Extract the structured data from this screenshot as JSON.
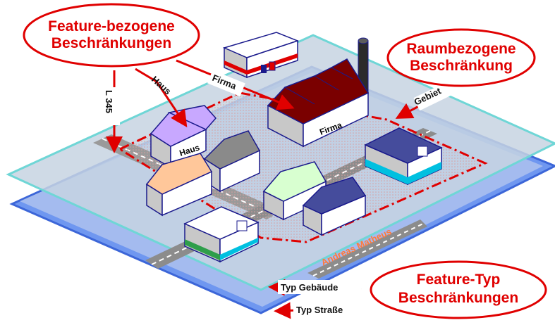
{
  "callouts": {
    "feature": {
      "line1": "Feature-bezogene",
      "line2": "Beschränkungen"
    },
    "raum": {
      "line1": "Raumbezogene",
      "line2": "Beschränkung"
    },
    "typ": {
      "line1": "Feature-Typ",
      "line2": "Beschränkungen"
    }
  },
  "labels": {
    "l345": "L 345",
    "haus": "Haus",
    "firma": "Firma",
    "gebiet": "Gebiet",
    "haus_on_roof": "Haus",
    "firma_on_roof": "Firma",
    "typ_gebaeude": "Typ Gebäude",
    "typ_strasse": "Typ Straße",
    "author": "Andreas Matheus"
  },
  "colors": {
    "red": "#e00000",
    "layer_top_edge": "#6fd6d6",
    "layer_bottom": "#4f7fe8",
    "house_lilac": "#c8a8ff",
    "house_peach": "#ffc79a",
    "house_mint": "#d8ffd0",
    "roof_gray": "#8a8a8a",
    "roof_navy": "#454c9c",
    "factory_roof": "#7a0000"
  }
}
